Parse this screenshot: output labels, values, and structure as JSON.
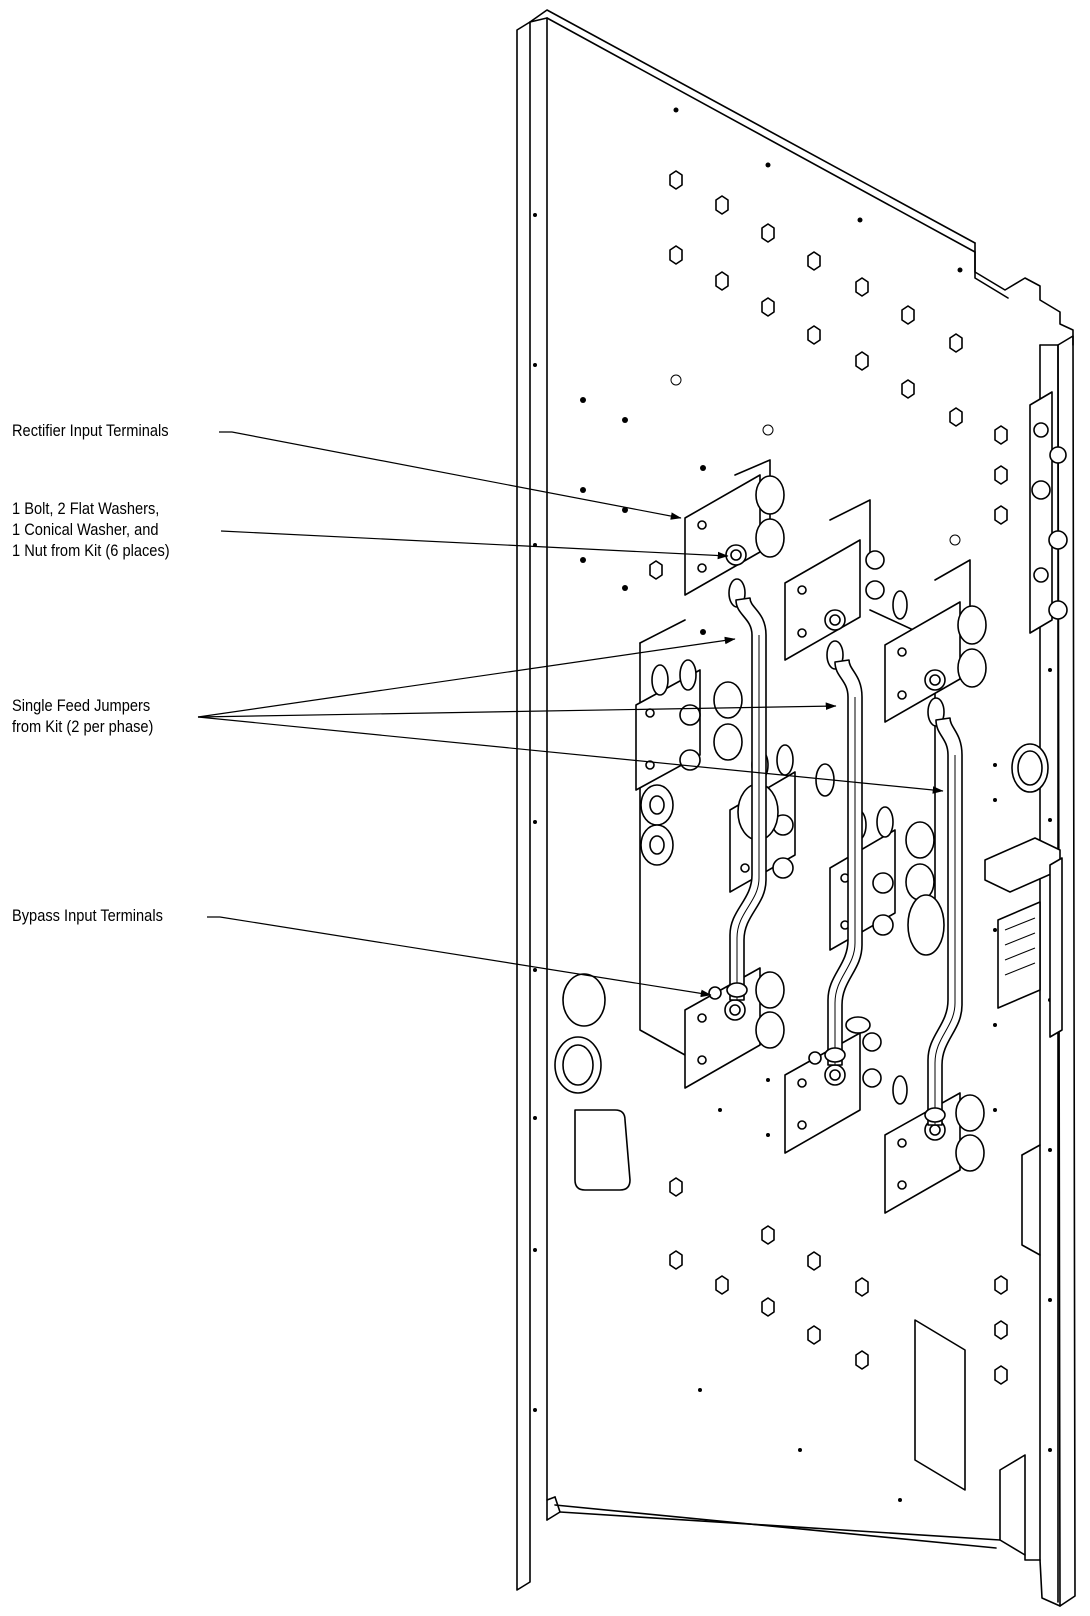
{
  "callouts": {
    "rectifier": {
      "lines": [
        "Rectifier Input Terminals"
      ]
    },
    "hardware": {
      "lines": [
        "1 Bolt, 2 Flat Washers,",
        "1 Conical Washer, and",
        "1 Nut from Kit (6 places)"
      ]
    },
    "jumpers": {
      "lines": [
        "Single Feed Jumpers",
        "from Kit (2 per phase)"
      ]
    },
    "bypass": {
      "lines": [
        "Bypass Input Terminals"
      ]
    }
  }
}
